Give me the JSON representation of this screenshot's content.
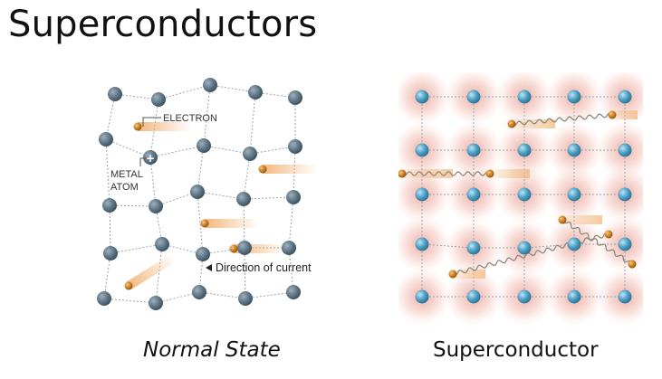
{
  "title": "Superconductors",
  "normal": {
    "caption": "Normal State",
    "label_electron": "ELECTRON",
    "label_metal": "METAL",
    "label_atom": "ATOM",
    "label_current": "Direction of current"
  },
  "super": {
    "caption": "Superconductor"
  },
  "colors": {
    "atom": "#5b7384",
    "atom_blue": "#4a9fc4",
    "electron": "#c77a1c",
    "trail": "#f0b070",
    "phonon_glow": "#e06a5a"
  }
}
